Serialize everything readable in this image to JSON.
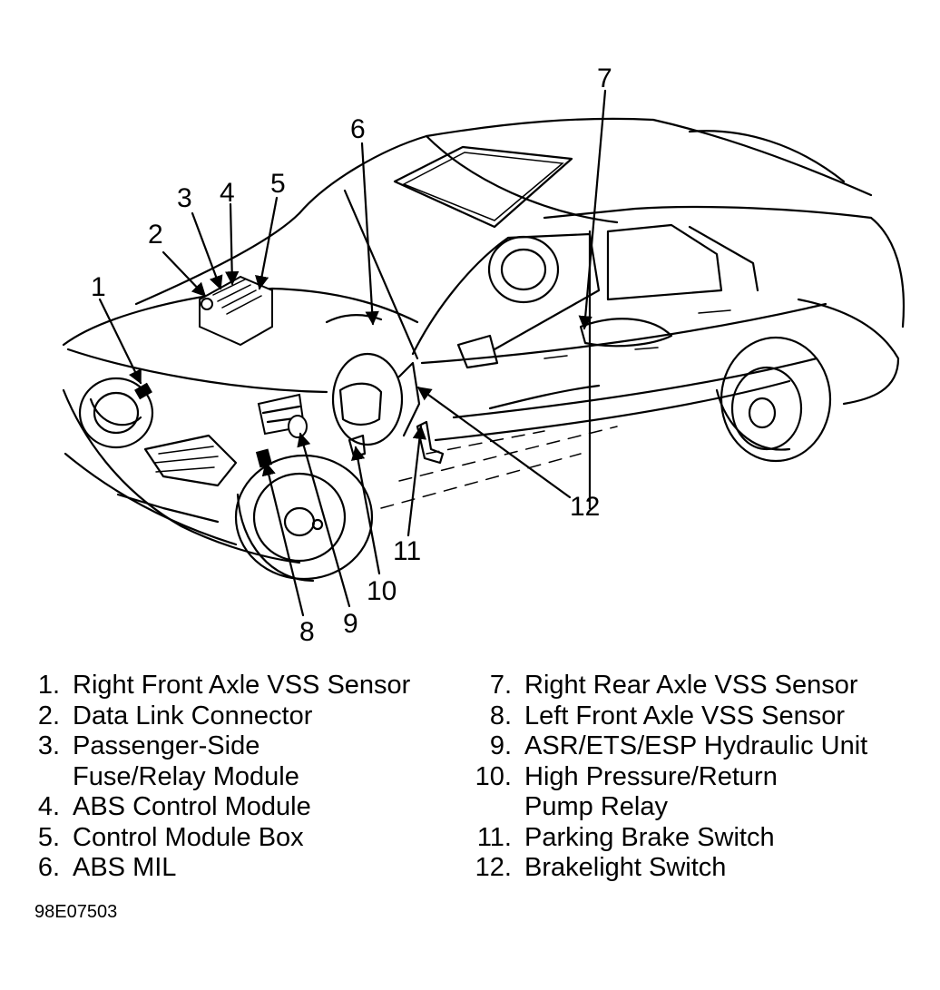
{
  "callouts": [
    "1",
    "2",
    "3",
    "4",
    "5",
    "6",
    "7",
    "8",
    "9",
    "10",
    "11",
    "12"
  ],
  "legend": {
    "left": [
      {
        "num": "1.",
        "text": "Right Front Axle VSS Sensor"
      },
      {
        "num": "2.",
        "text": "Data Link Connector"
      },
      {
        "num": "3.",
        "text": "Passenger-Side"
      },
      {
        "num": "",
        "text": "Fuse/Relay Module"
      },
      {
        "num": "4.",
        "text": "ABS Control Module"
      },
      {
        "num": "5.",
        "text": "Control Module Box"
      },
      {
        "num": "6.",
        "text": "ABS MIL"
      }
    ],
    "right": [
      {
        "num": "7.",
        "text": "Right Rear Axle VSS Sensor"
      },
      {
        "num": "8.",
        "text": "Left Front Axle VSS Sensor"
      },
      {
        "num": "9.",
        "text": "ASR/ETS/ESP Hydraulic Unit"
      },
      {
        "num": "10.",
        "text": "High Pressure/Return"
      },
      {
        "num": "",
        "text": "Pump Relay"
      },
      {
        "num": "11.",
        "text": "Parking Brake Switch"
      },
      {
        "num": "12.",
        "text": "Brakelight Switch"
      }
    ]
  },
  "figure_id": "98E07503"
}
